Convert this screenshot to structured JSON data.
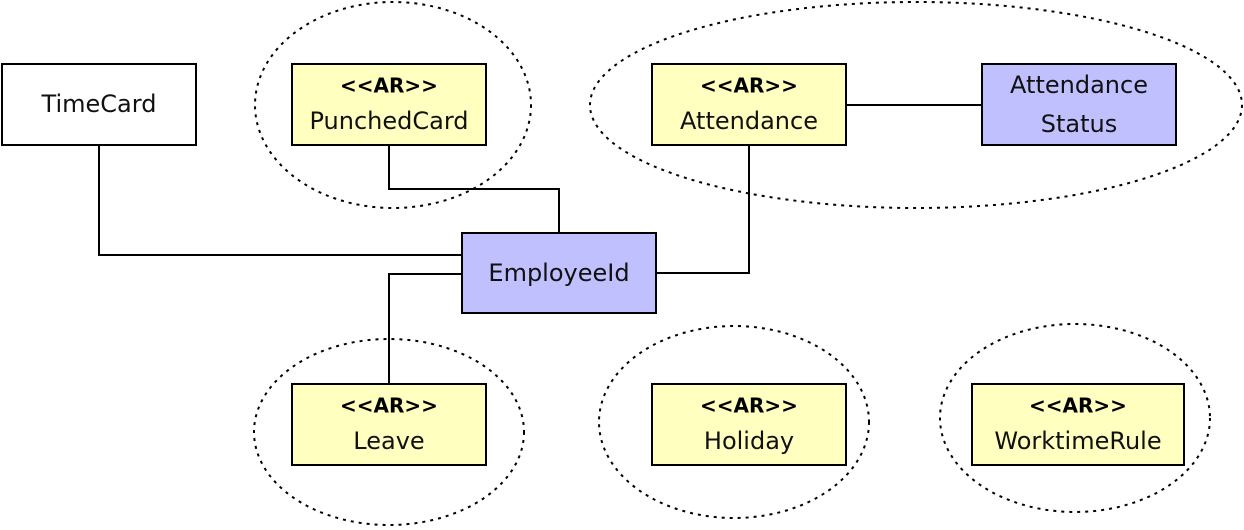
{
  "colors": {
    "aggregate_root_fill": "#ffffc0",
    "value_object_fill": "#c0c0ff",
    "plain_fill": "#ffffff",
    "stroke": "#000000"
  },
  "nodes": {
    "timecard": {
      "label": "TimeCard"
    },
    "punchedcard": {
      "stereotype": "<<AR>>",
      "label": "PunchedCard"
    },
    "attendance": {
      "stereotype": "<<AR>>",
      "label": "Attendance"
    },
    "attendance_status": {
      "label_line1": "Attendance",
      "label_line2": "Status"
    },
    "employeeid": {
      "label": "EmployeeId"
    },
    "leave": {
      "stereotype": "<<AR>>",
      "label": "Leave"
    },
    "holiday": {
      "stereotype": "<<AR>>",
      "label": "Holiday"
    },
    "worktimerule": {
      "stereotype": "<<AR>>",
      "label": "WorktimeRule"
    }
  }
}
